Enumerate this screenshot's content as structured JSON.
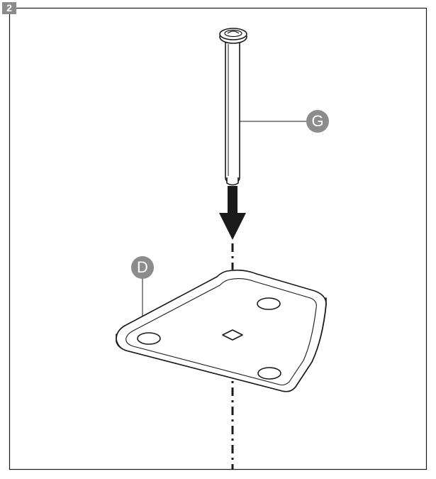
{
  "step_number": "2",
  "callouts": {
    "pin": "G",
    "base_plate": "D"
  },
  "colors": {
    "ink": "#1a1a1a",
    "badge": "#8c8c8c",
    "badge_text": "#ffffff"
  },
  "icons": {
    "direction": "arrow-down-icon"
  }
}
